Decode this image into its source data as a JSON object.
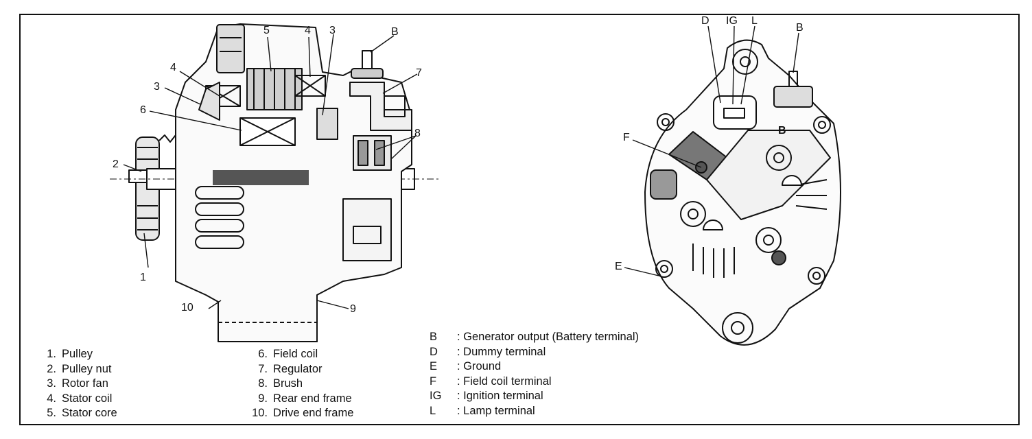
{
  "diagram": {
    "left_view_callouts": {
      "c1": "1",
      "c2": "2",
      "c3": "3",
      "c4": "4",
      "c5": "5",
      "c6": "6",
      "c7": "7",
      "c8": "8",
      "c9": "9",
      "c10": "10",
      "c3_top": "3",
      "c4_top": "4",
      "cB_left": "B"
    },
    "right_view_callouts": {
      "D": "D",
      "IG": "IG",
      "L": "L",
      "B": "B",
      "F": "F",
      "E": "E",
      "body_B": "B"
    },
    "parts_legend_col1": [
      {
        "num": "1.",
        "name": "Pulley"
      },
      {
        "num": "2.",
        "name": "Pulley nut"
      },
      {
        "num": "3.",
        "name": "Rotor fan"
      },
      {
        "num": "4.",
        "name": "Stator coil"
      },
      {
        "num": "5.",
        "name": "Stator core"
      }
    ],
    "parts_legend_col2": [
      {
        "num": "6.",
        "name": "Field coil"
      },
      {
        "num": "7.",
        "name": "Regulator"
      },
      {
        "num": "8.",
        "name": "Brush"
      },
      {
        "num": "9.",
        "name": "Rear end frame"
      },
      {
        "num": "10.",
        "name": "Drive end frame"
      }
    ],
    "terminal_legend": [
      {
        "key": "B",
        "desc": ": Generator output (Battery terminal)"
      },
      {
        "key": "D",
        "desc": ": Dummy terminal"
      },
      {
        "key": "E",
        "desc": ": Ground"
      },
      {
        "key": "F",
        "desc": ": Field coil terminal"
      },
      {
        "key": "IG",
        "desc": ": Ignition terminal"
      },
      {
        "key": "L",
        "desc": ":  Lamp terminal"
      }
    ]
  }
}
